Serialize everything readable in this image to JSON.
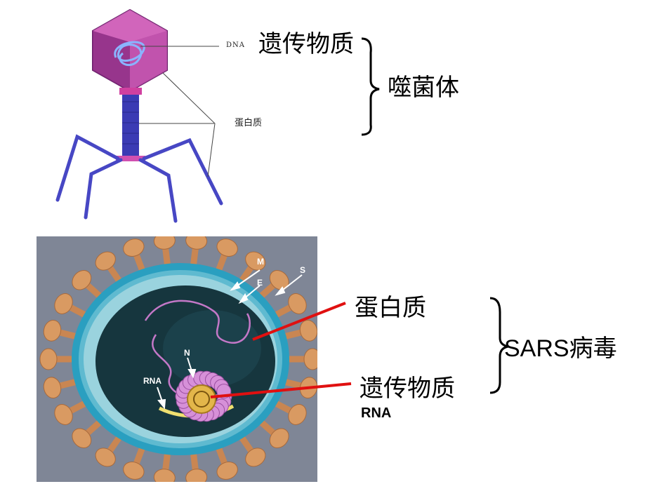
{
  "phage": {
    "dna_label": "DNA",
    "protein_label": "蛋白质",
    "genetic_label": "遗传物质",
    "name": "噬菌体"
  },
  "sars": {
    "marker_m": "M",
    "marker_e": "E",
    "marker_s": "S",
    "marker_n": "N",
    "marker_rna": "RNA",
    "protein_label": "蛋白质",
    "genetic_label": "遗传物质",
    "genetic_sub": "RNA",
    "name": "SARS病毒"
  },
  "colors": {
    "capsid": "#b04a9e",
    "tail": "#3d3db8",
    "leg": "#4a4ac8",
    "sars_bg": "#7d8494",
    "spike": "#d99a62",
    "envelope": "#2aa3c4",
    "arrow_red": "#e01010"
  }
}
